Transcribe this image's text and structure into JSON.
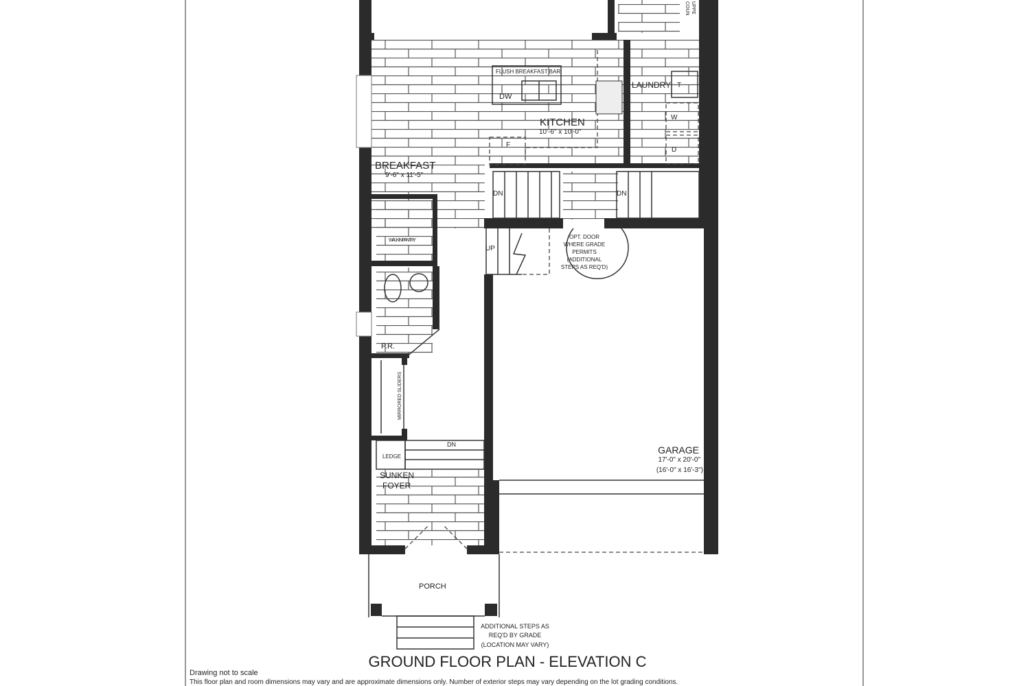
{
  "plan": {
    "title": "GROUND FLOOR PLAN - ELEVATION C",
    "note_scale": "Drawing not to scale",
    "note_disclaimer": "This floor plan and room dimensions may vary and are approximate dimensions only.  Number of exterior steps may vary depending on the lot grading conditions.",
    "rooms": {
      "kitchen": {
        "name": "KITCHEN",
        "size": "10'-6\" x 10'-0\""
      },
      "breakfast": {
        "name": "BREAKFAST",
        "size": "9'-6\" x 11'-5\""
      },
      "laundry": {
        "name": "LAUNDRY"
      },
      "garage": {
        "name": "GARAGE",
        "size": "17'-0\" x 20'-0\"",
        "size_alt": "(16'-0\" x 16'-3\")"
      },
      "powder_room": {
        "name": "P.R."
      },
      "pantry": {
        "name": "WALK-IN PANTRY"
      },
      "foyer": {
        "name1": "SUNKEN",
        "name2": "FOYER"
      },
      "porch": {
        "name": "PORCH"
      }
    },
    "fixtures": {
      "breakfast_bar": "FLUSH BREAKFAST BAR",
      "dishwasher": "DW",
      "fridge": "F",
      "toilet_laundry": "T",
      "washer": "W",
      "dryer": "D",
      "ledge": "LEDGE",
      "mirrored_sliders": "MIRRORED SLIDERS",
      "counter_top": "COUN",
      "counter_top2": "UPPE"
    },
    "stairs": {
      "dn1": "DN",
      "dn2": "DN",
      "up": "UP",
      "dn_foyer": "DN"
    },
    "notes": {
      "opt_door": [
        "OPT. DOOR",
        "WHERE GRADE",
        "PERMITS",
        "(ADDITIONAL",
        "STEPS AS REQ'D)"
      ],
      "steps": [
        "ADDITIONAL STEPS AS",
        "REQ'D BY GRADE",
        "(LOCATION MAY VARY)"
      ]
    }
  }
}
